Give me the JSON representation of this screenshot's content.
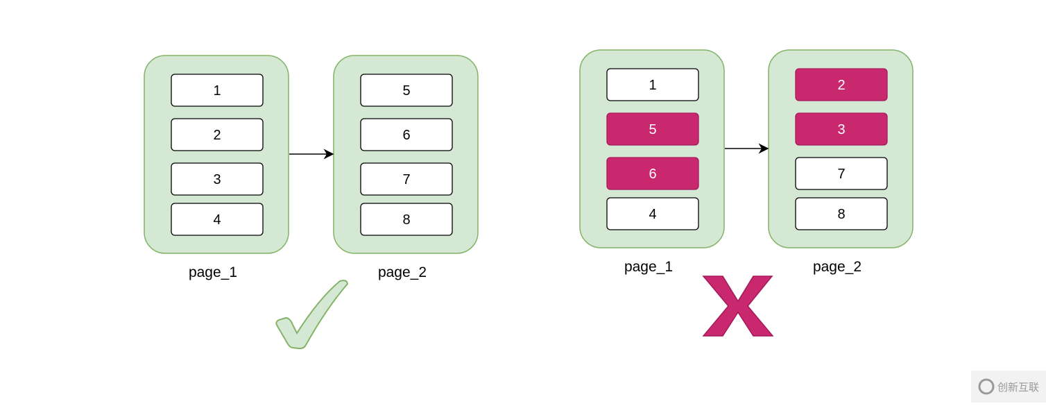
{
  "colors": {
    "page_fill": "#d5e8d4",
    "page_stroke": "#82b366",
    "highlight": "#c9286f"
  },
  "valid_example": {
    "indicator_icon": "checkmark-icon",
    "pages": [
      {
        "label": "page_1",
        "items": [
          {
            "text": "1",
            "highlighted": false
          },
          {
            "text": "2",
            "highlighted": false
          },
          {
            "text": "3",
            "highlighted": false
          },
          {
            "text": "4",
            "highlighted": false
          }
        ]
      },
      {
        "label": "page_2",
        "items": [
          {
            "text": "5",
            "highlighted": false
          },
          {
            "text": "6",
            "highlighted": false
          },
          {
            "text": "7",
            "highlighted": false
          },
          {
            "text": "8",
            "highlighted": false
          }
        ]
      }
    ]
  },
  "invalid_example": {
    "indicator_icon": "x-cross-icon",
    "pages": [
      {
        "label": "page_1",
        "items": [
          {
            "text": "1",
            "highlighted": false
          },
          {
            "text": "5",
            "highlighted": true
          },
          {
            "text": "6",
            "highlighted": true
          },
          {
            "text": "4",
            "highlighted": false
          }
        ]
      },
      {
        "label": "page_2",
        "items": [
          {
            "text": "2",
            "highlighted": true
          },
          {
            "text": "3",
            "highlighted": true
          },
          {
            "text": "7",
            "highlighted": false
          },
          {
            "text": "8",
            "highlighted": false
          }
        ]
      }
    ]
  },
  "watermark": {
    "text": "创新互联"
  }
}
